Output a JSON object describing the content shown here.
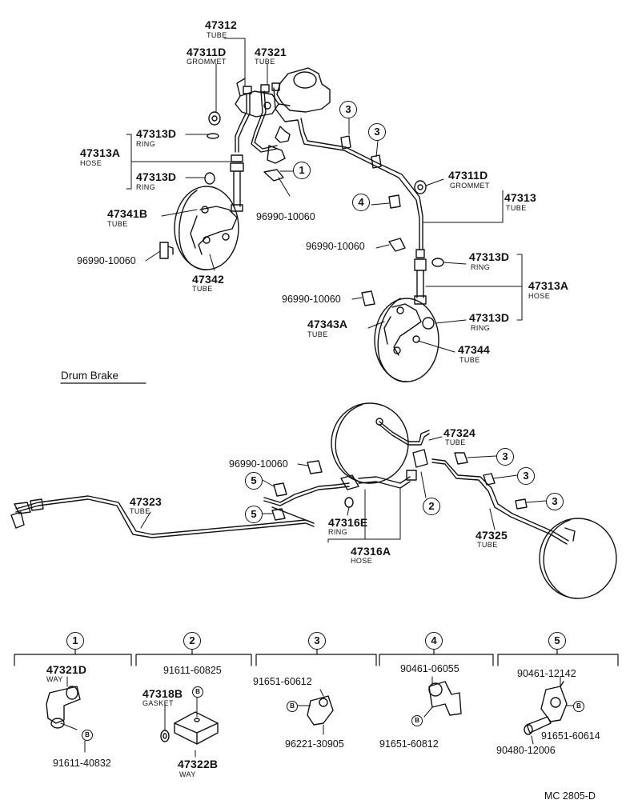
{
  "top": {
    "p47312": {
      "num": "47312",
      "sub": "TUBE"
    },
    "p47311D_a": {
      "num": "47311D",
      "sub": "GROMMET"
    },
    "p47321": {
      "num": "47321",
      "sub": "TUBE"
    },
    "p47313D_a": {
      "num": "47313D",
      "sub": "RING"
    },
    "p47313A_a": {
      "num": "47313A",
      "sub": "HOSE"
    },
    "p47313D_b": {
      "num": "47313D",
      "sub": "RING"
    },
    "p47341B": {
      "num": "47341B",
      "sub": "TUBE"
    },
    "pn_96990_a": "96990-10060",
    "pn_96990_b": "96990-10060",
    "p47342": {
      "num": "47342",
      "sub": "TUBE"
    },
    "p47311D_b": {
      "num": "47311D",
      "sub": "GROMMET"
    },
    "p47313_r": {
      "num": "47313",
      "sub": "TUBE"
    },
    "pn_96990_c": "96990-10060",
    "p47313D_c": {
      "num": "47313D",
      "sub": "RING"
    },
    "p47313A_b": {
      "num": "47313A",
      "sub": "HOSE"
    },
    "pn_96990_d": "96990-10060",
    "p47343A": {
      "num": "47343A",
      "sub": "TUBE"
    },
    "p47313D_d": {
      "num": "47313D",
      "sub": "RING"
    },
    "p47344": {
      "num": "47344",
      "sub": "TUBE"
    },
    "callouts": [
      "1",
      "3",
      "3",
      "4"
    ]
  },
  "drum_brake_label": "Drum Brake",
  "rear": {
    "p47324": {
      "num": "47324",
      "sub": "TUBE"
    },
    "pn_96990_e": "96990-10060",
    "p47323": {
      "num": "47323",
      "sub": "TUBE"
    },
    "p47316E": {
      "num": "47316E",
      "sub": "RING"
    },
    "p47316A": {
      "num": "47316A",
      "sub": "HOSE"
    },
    "p47325": {
      "num": "47325",
      "sub": "TUBE"
    },
    "callouts": [
      "3",
      "3",
      "3",
      "2",
      "5",
      "5"
    ]
  },
  "details": [
    {
      "id": "1",
      "part": "47321D",
      "part_sub": "WAY",
      "bolt": "91611-40832"
    },
    {
      "id": "2",
      "top": "91611-60825",
      "gasket": "47318B",
      "gasket_sub": "GASKET",
      "part": "47322B",
      "part_sub": "WAY"
    },
    {
      "id": "3",
      "top": "91651-60612",
      "bottom": "96221-30905"
    },
    {
      "id": "4",
      "top": "90461-06055",
      "bottom": "91651-60812"
    },
    {
      "id": "5",
      "top": "90461-12142",
      "right": "91651-60614",
      "bottom": "90480-12006"
    }
  ],
  "bolt_marker": "B",
  "diagram_code": "MC 2805-D"
}
